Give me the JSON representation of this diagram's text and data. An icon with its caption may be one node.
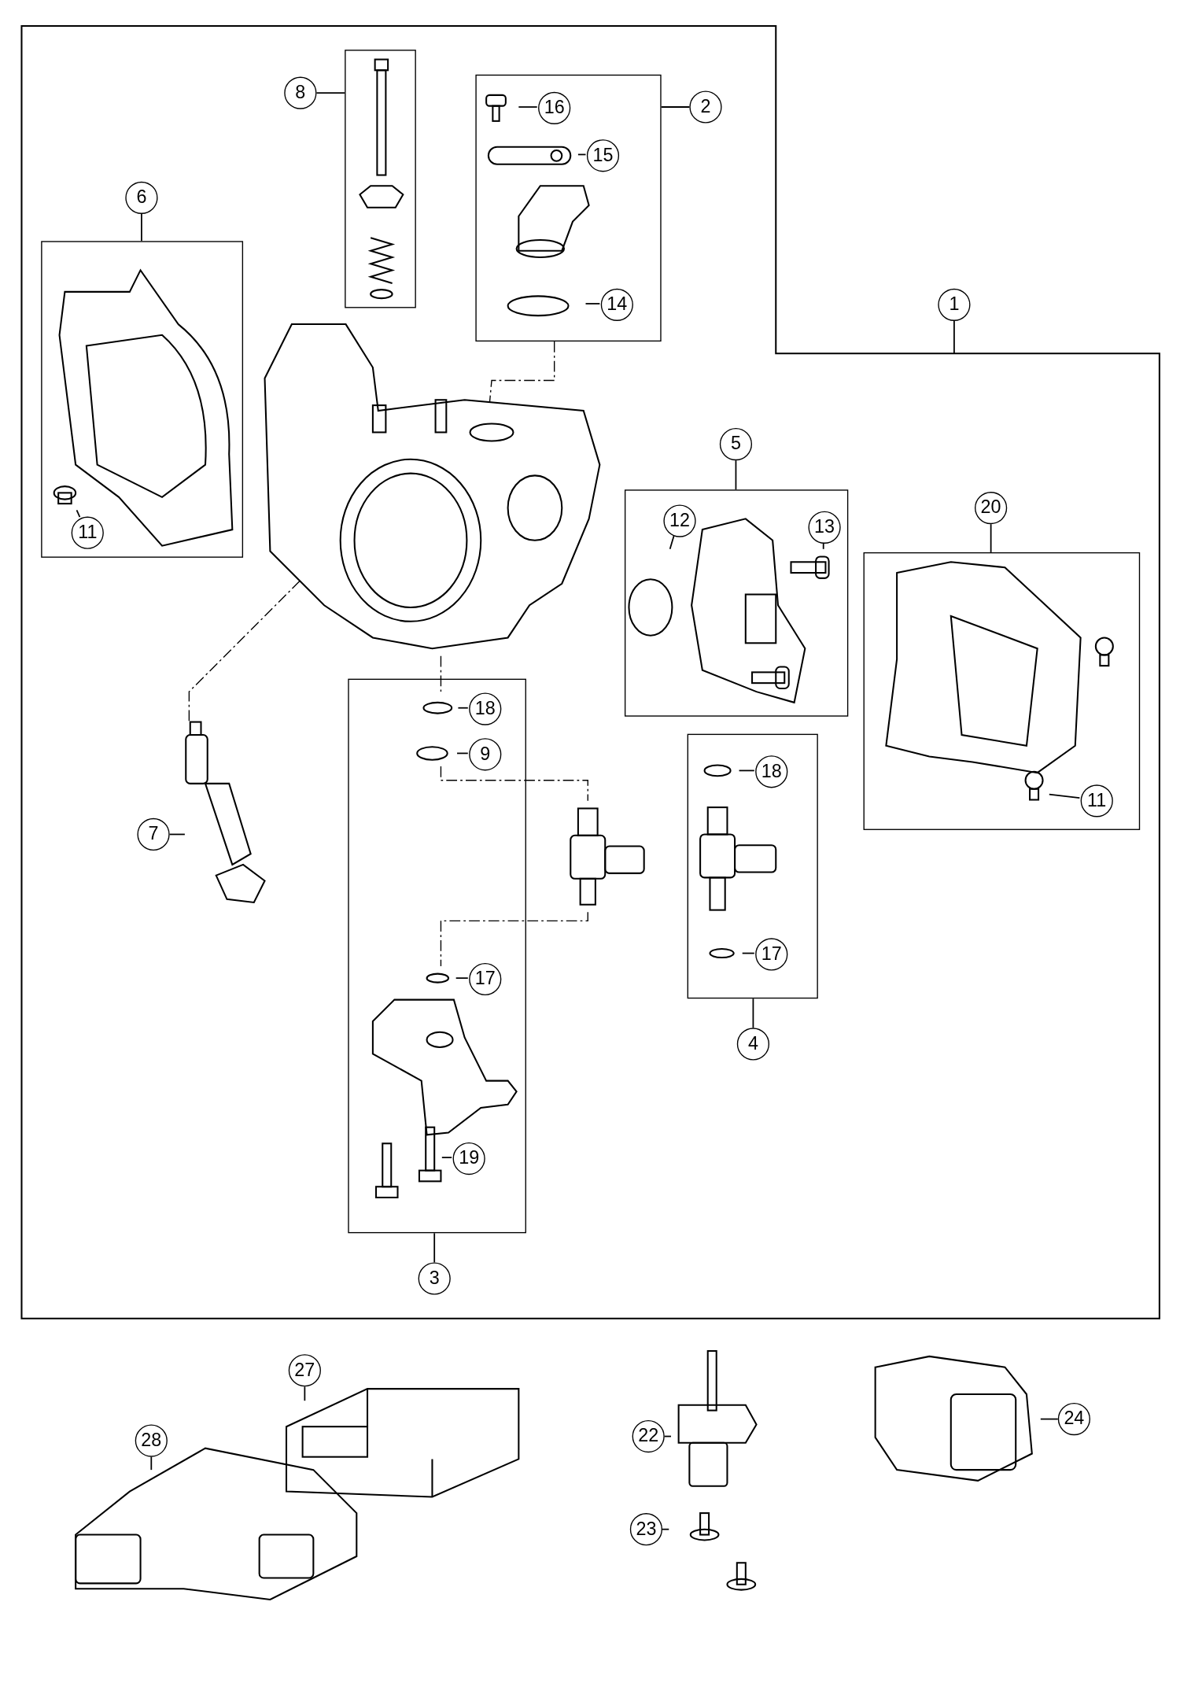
{
  "diagram": {
    "nodes": [
      {
        "text": [],
        "shape": "box"
      },
      {
        "text": [
          "8"
        ],
        "in": 0
      },
      {
        "text": [],
        "shape": "box",
        "in": 0
      },
      {
        "text": [],
        "shape": "box",
        "in": 0
      },
      {
        "text": [
          "16"
        ],
        "in": 3
      },
      {
        "text": [
          "2"
        ],
        "in": 0
      },
      {
        "text": [
          "15"
        ],
        "in": 3
      },
      {
        "text": [
          "6"
        ],
        "in": 0
      },
      {
        "text": [],
        "shape": "box",
        "in": 0
      },
      {
        "text": [
          "1"
        ]
      },
      {
        "text": [
          "14"
        ],
        "in": 3
      },
      {
        "text": [
          "5"
        ],
        "in": 0
      },
      {
        "text": [],
        "shape": "box",
        "in": 0
      },
      {
        "text": [
          "20"
        ],
        "in": 0
      },
      {
        "text": [
          "12"
        ],
        "in": 12
      },
      {
        "text": [
          "13"
        ],
        "in": 12
      },
      {
        "text": [
          "11"
        ],
        "in": 8
      },
      {
        "text": [],
        "shape": "box",
        "in": 0
      },
      {
        "text": [],
        "shape": "box",
        "in": 0
      },
      {
        "text": [
          "18"
        ],
        "in": 18
      },
      {
        "text": [],
        "shape": "box",
        "in": 0
      },
      {
        "text": [
          "9"
        ],
        "in": 18
      },
      {
        "text": [
          "18"
        ],
        "in": 20
      },
      {
        "text": [
          "11"
        ],
        "in": 17
      },
      {
        "text": [
          "7"
        ],
        "in": 0
      },
      {
        "text": [
          "17"
        ],
        "in": 18
      },
      {
        "text": [
          "17"
        ],
        "in": 20
      },
      {
        "text": [
          "4"
        ],
        "in": 0
      },
      {
        "text": [
          "19"
        ],
        "in": 18
      },
      {
        "text": [
          "3"
        ],
        "in": 0
      },
      {
        "text": [
          "27"
        ]
      },
      {
        "text": [
          "24"
        ]
      },
      {
        "text": [
          "28"
        ]
      },
      {
        "text": [
          "22"
        ]
      },
      {
        "text": [
          "23"
        ]
      },
      {
        "text": [],
        "shape": "picture",
        "in": 0
      },
      {
        "text": [],
        "shape": "picture",
        "in": 0
      }
    ],
    "edges": [
      {
        "from": 1,
        "to": 2,
        "arrow": "none"
      },
      {
        "from": 4,
        "to": null,
        "arrow": "none"
      },
      {
        "from": 5,
        "to": 3,
        "arrow": "none"
      },
      {
        "from": 6,
        "to": null,
        "arrow": "none"
      },
      {
        "from": 7,
        "to": 8,
        "arrow": "none"
      },
      {
        "from": 9,
        "to": 0,
        "arrow": "none"
      },
      {
        "from": 10,
        "to": null,
        "arrow": "none"
      },
      {
        "from": 11,
        "to": 12,
        "arrow": "none"
      },
      {
        "from": 13,
        "to": 17,
        "arrow": "none"
      },
      {
        "from": 14,
        "to": null,
        "arrow": "none"
      },
      {
        "from": 15,
        "to": null,
        "arrow": "none"
      },
      {
        "from": 16,
        "to": null,
        "arrow": "none"
      },
      {
        "from": 19,
        "to": null,
        "arrow": "none"
      },
      {
        "from": 21,
        "to": null,
        "arrow": "none"
      },
      {
        "from": 22,
        "to": null,
        "arrow": "none"
      },
      {
        "from": 23,
        "to": null,
        "arrow": "none"
      },
      {
        "from": 24,
        "to": 36,
        "arrow": "none"
      },
      {
        "from": 25,
        "to": null,
        "arrow": "none"
      },
      {
        "from": 26,
        "to": null,
        "arrow": "none"
      },
      {
        "from": 27,
        "to": 20,
        "arrow": "none"
      },
      {
        "from": 28,
        "to": null,
        "arrow": "none"
      },
      {
        "from": 29,
        "to": 18,
        "arrow": "none"
      },
      {
        "from": 30,
        "to": null,
        "arrow": "none"
      },
      {
        "from": 31,
        "to": null,
        "arrow": "none"
      },
      {
        "from": 32,
        "to": null,
        "arrow": "none"
      },
      {
        "from": 33,
        "to": null,
        "arrow": "none"
      },
      {
        "from": 34,
        "to": null,
        "arrow": "none"
      },
      {
        "from": 35,
        "to": 36,
        "arrow": "none",
        "style": "dashed"
      },
      {
        "from": 3,
        "to": 35,
        "arrow": "none",
        "style": "dashed"
      }
    ]
  }
}
